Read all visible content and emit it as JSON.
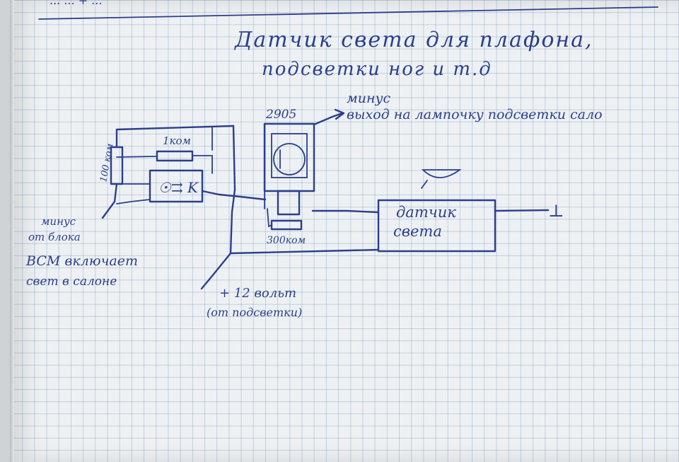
{
  "page": {
    "header_scribble": "... ... + ...",
    "title_line1": "Датчик света для плафона,",
    "title_line2": "подсветки ног и т.д"
  },
  "labels": {
    "r100": "100 ком",
    "r1k": "1ком",
    "optocoupler": "☉⇉ K",
    "transistor": "2905",
    "r300": "300ком",
    "out_minus": "минус",
    "out_text": "выход на лампочку подсветки сало",
    "sensor_line1": "датчик",
    "sensor_line2": "света",
    "ground": "⊥",
    "bcm_line1": "минус",
    "bcm_line2": "от блока",
    "bcm_line3": "BCM включает",
    "bcm_line4": "свет в салоне",
    "plus12_line1": "+ 12 вольт",
    "plus12_line2": "(от подсветки)"
  },
  "colors": {
    "ink": "#2b3f8e",
    "paper": "#eef1f3",
    "grid": "#7896b9"
  }
}
